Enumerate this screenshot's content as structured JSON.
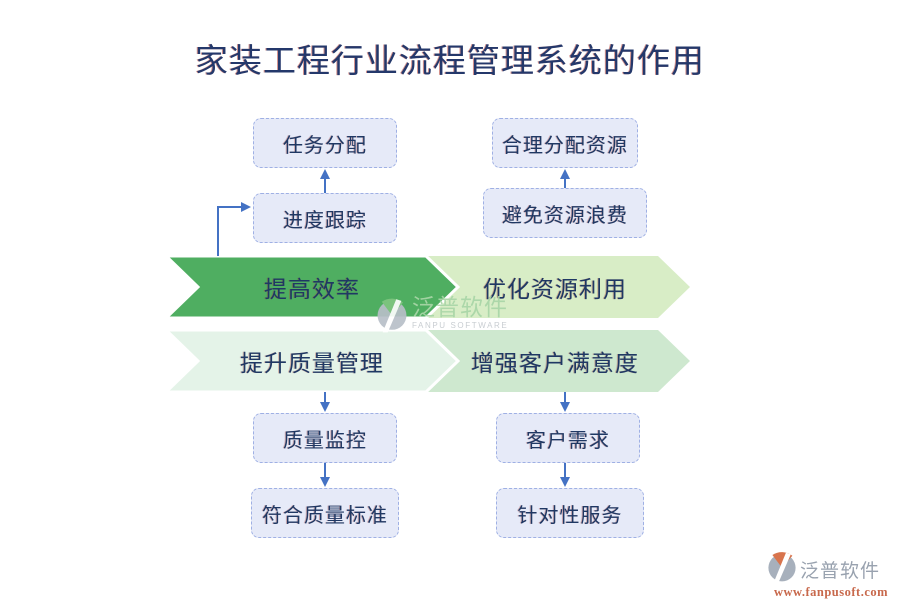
{
  "title": "家装工程行业流程管理系统的作用",
  "banners": {
    "improve_efficiency": "提高效率",
    "optimize_resources": "优化资源利用",
    "improve_quality": "提升质量管理",
    "enhance_satisfaction": "增强客户满意度"
  },
  "boxes": {
    "task_allocation": "任务分配",
    "progress_tracking": "进度跟踪",
    "rational_resource_allocation": "合理分配资源",
    "avoid_resource_waste": "避免资源浪费",
    "quality_monitoring": "质量监控",
    "meet_quality_standards": "符合质量标准",
    "customer_needs": "客户需求",
    "targeted_services": "针对性服务"
  },
  "watermark": {
    "brand": "泛普软件",
    "brand_en": "FANPU SOFTWARE"
  },
  "footer": {
    "brand": "泛普软件",
    "website": "www.fanpusoft.com"
  },
  "colors": {
    "title_text": "#24386B",
    "box_fill": "#E6EAF8",
    "box_border": "#9FB0E4",
    "box_text": "#1F3864",
    "arrow_blue": "#4472C4",
    "banner_green_dark": "#4FAE61",
    "banner_green_light": "#D8EDC6",
    "banner_mint": "#E4F3E8",
    "banner_green_pale": "#CEE8CF",
    "watermark_green": "#A9D6A7",
    "footer_gray": "#99A2AF",
    "footer_orange": "#C8694C"
  }
}
